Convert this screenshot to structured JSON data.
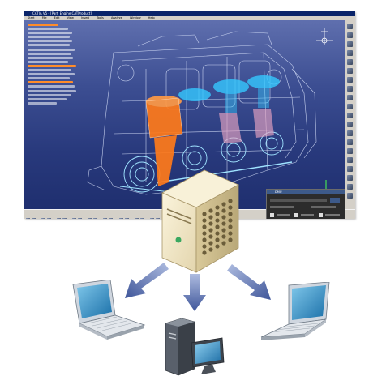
{
  "cad_window": {
    "title": "CATIA V5 - [Part_Engine.CATProduct]",
    "menus": [
      "Start",
      "File",
      "Edit",
      "View",
      "Insert",
      "Tools",
      "Analyze",
      "Window",
      "Help"
    ],
    "tree_rows": 20,
    "panel_title": "DMU"
  },
  "colors": {
    "viewport": "#2a3d7d",
    "highlight_orange": "#ff7a1a",
    "highlight_cyan": "#35c8ff",
    "arrow": "#4f68ab",
    "server_body": "#f0e6c8"
  },
  "icons": [
    "server-icon",
    "laptop-icon",
    "desktop-computer-icon",
    "arrow-icon"
  ]
}
